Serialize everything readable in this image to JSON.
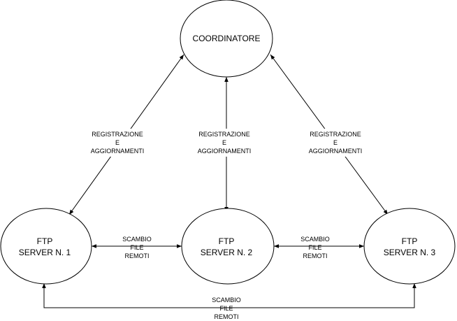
{
  "nodes": {
    "coordinatore": {
      "label": "COORDINATORE"
    },
    "ftp1": {
      "line1": "FTP",
      "line2": "SERVER N. 1"
    },
    "ftp2": {
      "line1": "FTP",
      "line2": "SERVER N. 2"
    },
    "ftp3": {
      "line1": "FTP",
      "line2": "SERVER N. 3"
    }
  },
  "edges": {
    "coord_ftp1": {
      "line1": "REGISTRAZIONE",
      "line2": "E",
      "line3": "AGGIORNAMENTI"
    },
    "coord_ftp2": {
      "line1": "REGISTRAZIONE",
      "line2": "E",
      "line3": "AGGIORNAMENTI"
    },
    "coord_ftp3": {
      "line1": "REGISTRAZIONE",
      "line2": "E",
      "line3": "AGGIORNAMENTI"
    },
    "ftp1_ftp2": {
      "line1": "SCAMBIO",
      "line2": "FILE",
      "line3": "REMOTI"
    },
    "ftp2_ftp3": {
      "line1": "SCAMBIO",
      "line2": "FILE",
      "line3": "REMOTI"
    },
    "ftp1_ftp3": {
      "line1": "SCAMBIO",
      "line2": "FILE",
      "line3": "REMOTI"
    }
  }
}
